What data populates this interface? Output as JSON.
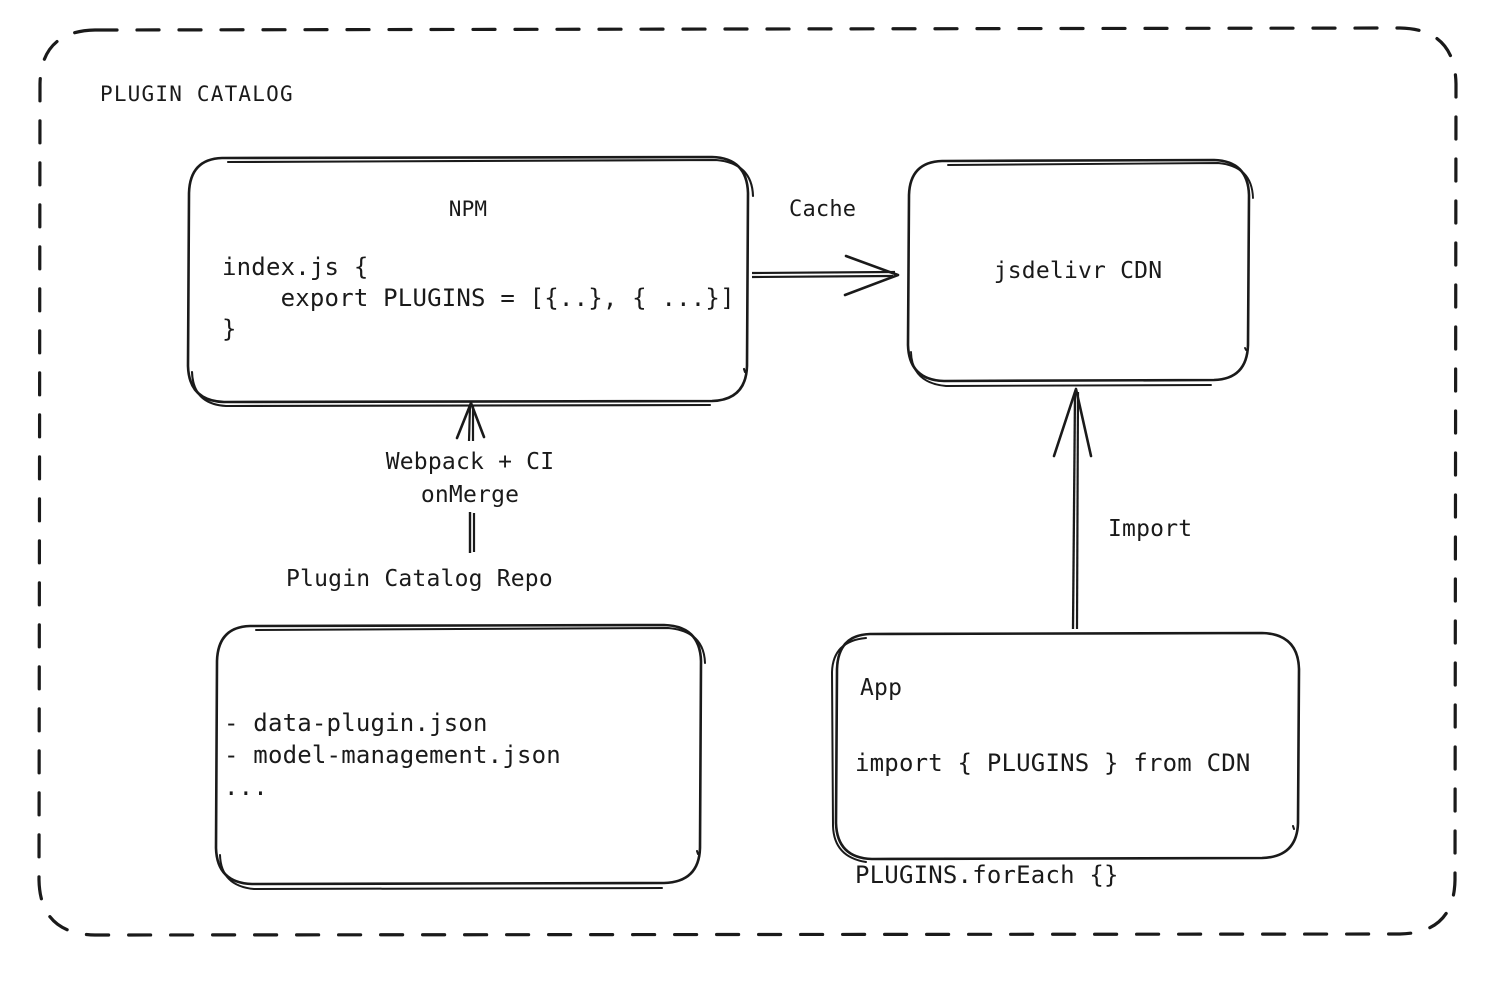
{
  "diagram": {
    "group": {
      "title": "PLUGIN CATALOG",
      "border_style": "dashed",
      "stroke_color": "#1a1a1a"
    },
    "nodes": {
      "npm": {
        "title": "NPM",
        "code": "index.js {\n    export PLUGINS = [{..}, { ...}]\n}"
      },
      "cdn": {
        "title": "jsdelivr CDN"
      },
      "repo": {
        "caption": "Plugin Catalog Repo",
        "code": "- data-plugin.json\n- model-management.json\n..."
      },
      "app": {
        "title": "App",
        "code": "import { PLUGINS } from CDN\n\nPLUGINS.forEach {}"
      }
    },
    "edges": {
      "cache": {
        "label": "Cache",
        "from": "npm",
        "to": "cdn",
        "direction": "right"
      },
      "build": {
        "label": "Webpack + CI\nonMerge",
        "from": "repo",
        "to": "npm",
        "direction": "up"
      },
      "import": {
        "label": "Import",
        "from": "app",
        "to": "cdn",
        "direction": "up"
      }
    }
  }
}
